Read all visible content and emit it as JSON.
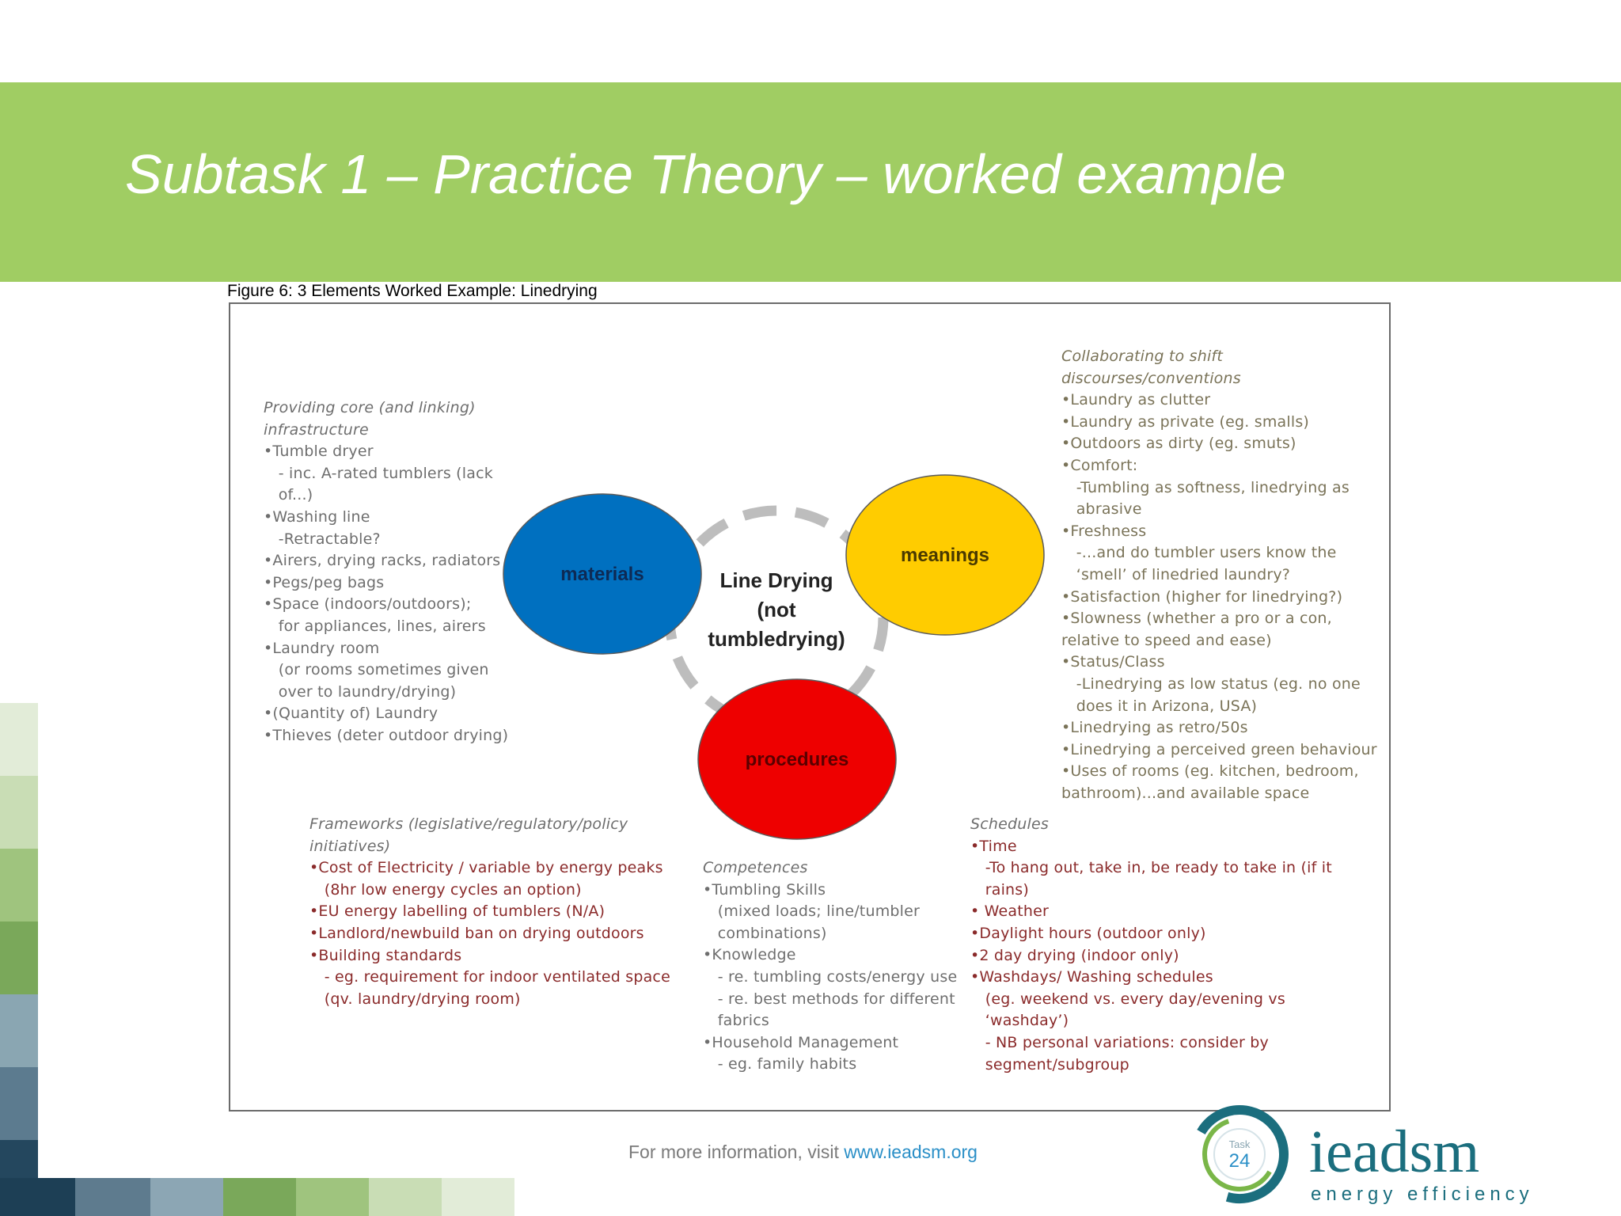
{
  "header": {
    "title": "Subtask 1 – Practice Theory – worked example"
  },
  "figure": {
    "caption": "Figure 6: 3 Elements Worked Example: Linedrying",
    "center": {
      "line1": "Line Drying",
      "line2": "(not",
      "line3": "tumbledrying)"
    },
    "circles": {
      "materials": "materials",
      "meanings": "meanings",
      "procedures": "procedures"
    },
    "colors": {
      "materials": "#0070c0",
      "meanings": "#ffcc00",
      "procedures": "#ee0000"
    },
    "materials_text": [
      "Providing core (and linking)",
      "infrastructure",
      "•Tumble dryer",
      "  - inc. A-rated tumblers (lack",
      "  of...)",
      "•Washing line",
      "  -Retractable?",
      "•Airers, drying racks, radiators",
      "•Pegs/peg bags",
      "•Space (indoors/outdoors);",
      "  for appliances, lines, airers",
      "•Laundry room",
      "  (or rooms sometimes given",
      "  over to laundry/drying)",
      "•(Quantity of) Laundry",
      "•Thieves (deter outdoor drying)"
    ],
    "meanings_text": [
      "Collaborating to shift",
      "discourses/conventions",
      "•Laundry as clutter",
      "•Laundry as private (eg. smalls)",
      "•Outdoors as dirty (eg. smuts)",
      "•Comfort:",
      "  -Tumbling as softness, linedrying as",
      "  abrasive",
      "•Freshness",
      "  -...and do tumbler users know the",
      "  ‘smell’ of linedried laundry?",
      "•Satisfaction (higher for linedrying?)",
      "•Slowness (whether a pro or a con,",
      "relative to speed and ease)",
      "•Status/Class",
      "  -Linedrying as low status (eg. no one",
      "  does it in Arizona, USA)",
      "•Linedrying as retro/50s",
      "•Linedrying a perceived green behaviour",
      "•Uses of rooms (eg. kitchen, bedroom,",
      "bathroom)...and available space"
    ],
    "frameworks_text": [
      "Frameworks (legislative/regulatory/policy",
      "initiatives)",
      "•Cost of Electricity / variable by energy peaks",
      "  (8hr low energy cycles an option)",
      "•EU energy labelling of tumblers (N/A)",
      "•Landlord/newbuild ban on drying outdoors",
      "•Building standards",
      "  - eg. requirement for indoor ventilated space",
      "  (qv. laundry/drying room)"
    ],
    "competences_text": [
      "Competences",
      "•Tumbling Skills",
      "  (mixed loads; line/tumbler",
      "  combinations)",
      "•Knowledge",
      "  - re. tumbling costs/energy use",
      "  - re. best methods for different",
      "  fabrics",
      "•Household Management",
      "  - eg. family habits"
    ],
    "schedules_text": [
      "Schedules",
      "•Time",
      "  -To hang out, take in, be ready to take in (if it",
      "  rains)",
      "• Weather",
      "•Daylight hours (outdoor only)",
      "•2 day drying (indoor only)",
      "•Washdays/ Washing schedules",
      "  (eg. weekend vs. every day/evening vs",
      "  ‘washday’)",
      "  - NB personal variations: consider by",
      "  segment/subgroup"
    ]
  },
  "footer": {
    "text": "For more information, visit ",
    "link": "www.ieadsm.org"
  },
  "logo": {
    "main": "ieadsm",
    "tagline": "energy efficiency",
    "badge_label": "Task",
    "badge_number": "24"
  },
  "theme": {
    "banner": "#a0cd63",
    "link": "#2a8fc7",
    "logo_teal": "#1b6e7e",
    "logo_green": "#7ab648"
  }
}
